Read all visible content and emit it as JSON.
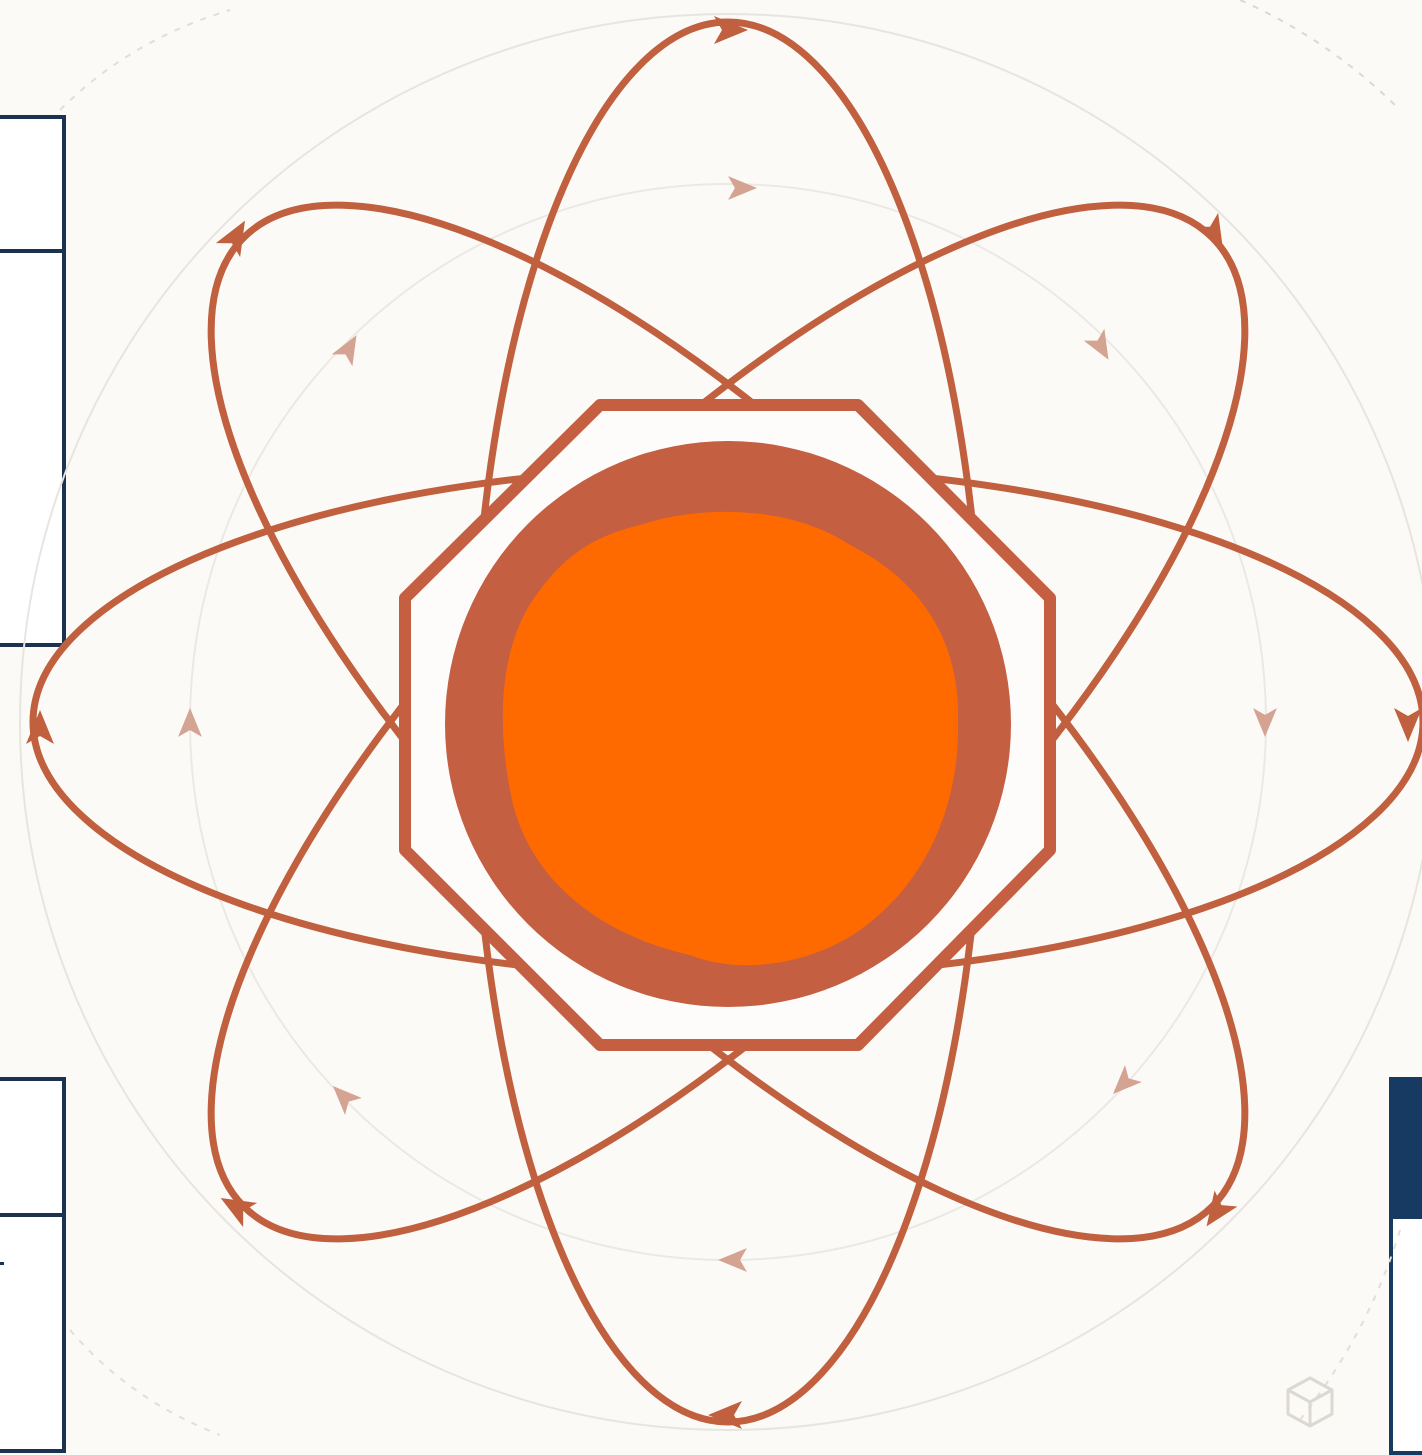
{
  "diagram": {
    "colors": {
      "background": "#fbfaf7",
      "orbit": "#c0603f",
      "core_ring": "#c45f42",
      "core_fill": "#ff6a00",
      "faint_ring": "#e6e3de",
      "faint_arrow": "#d4a392",
      "panel_border": "#1b3350",
      "panel_accent": "#173a63"
    },
    "orbits": [
      {
        "name": "orbit-vertical",
        "rotation_deg": 0
      },
      {
        "name": "orbit-horizontal",
        "rotation_deg": 90
      },
      {
        "name": "orbit-diagonal-a",
        "rotation_deg": 45
      },
      {
        "name": "orbit-diagonal-b",
        "rotation_deg": -45
      }
    ],
    "icons": [
      "cube-icon",
      "orbit-arrow-icon"
    ]
  }
}
